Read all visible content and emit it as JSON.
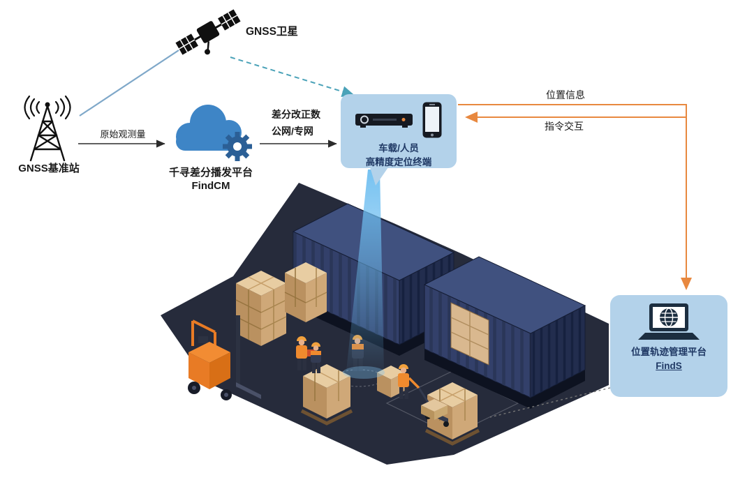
{
  "diagram": {
    "satellite": {
      "label": "GNSS卫星"
    },
    "base_station": {
      "label": "GNSS基准站"
    },
    "cloud_platform": {
      "title": "千寻差分播发平台",
      "subtitle": "FindCM"
    },
    "terminal": {
      "line1": "车载/人员",
      "line2": "高精度定位终端"
    },
    "management_platform": {
      "title": "位置轨迹管理平台",
      "subtitle": "FindS"
    },
    "edges": {
      "raw_observation": "原始观测量",
      "correction_line1": "差分改正数",
      "correction_line2": "公网/专网",
      "position_info": "位置信息",
      "command_exchange": "指令交互"
    },
    "colors": {
      "panel_blue": "#b3d2ea",
      "text_navy": "#1f3864",
      "arrow_orange": "#e8883f",
      "satellite_link_teal": "#7fa8c9",
      "dashed_link_teal": "#4aa2b8",
      "cloud_blue": "#3e85c6",
      "container_navy": "#33406a",
      "platform_dark": "#262b3b",
      "carton_tan": "#d9b88f",
      "forklift_orange": "#e87b25",
      "beam_blue": "#6ebef0"
    }
  }
}
